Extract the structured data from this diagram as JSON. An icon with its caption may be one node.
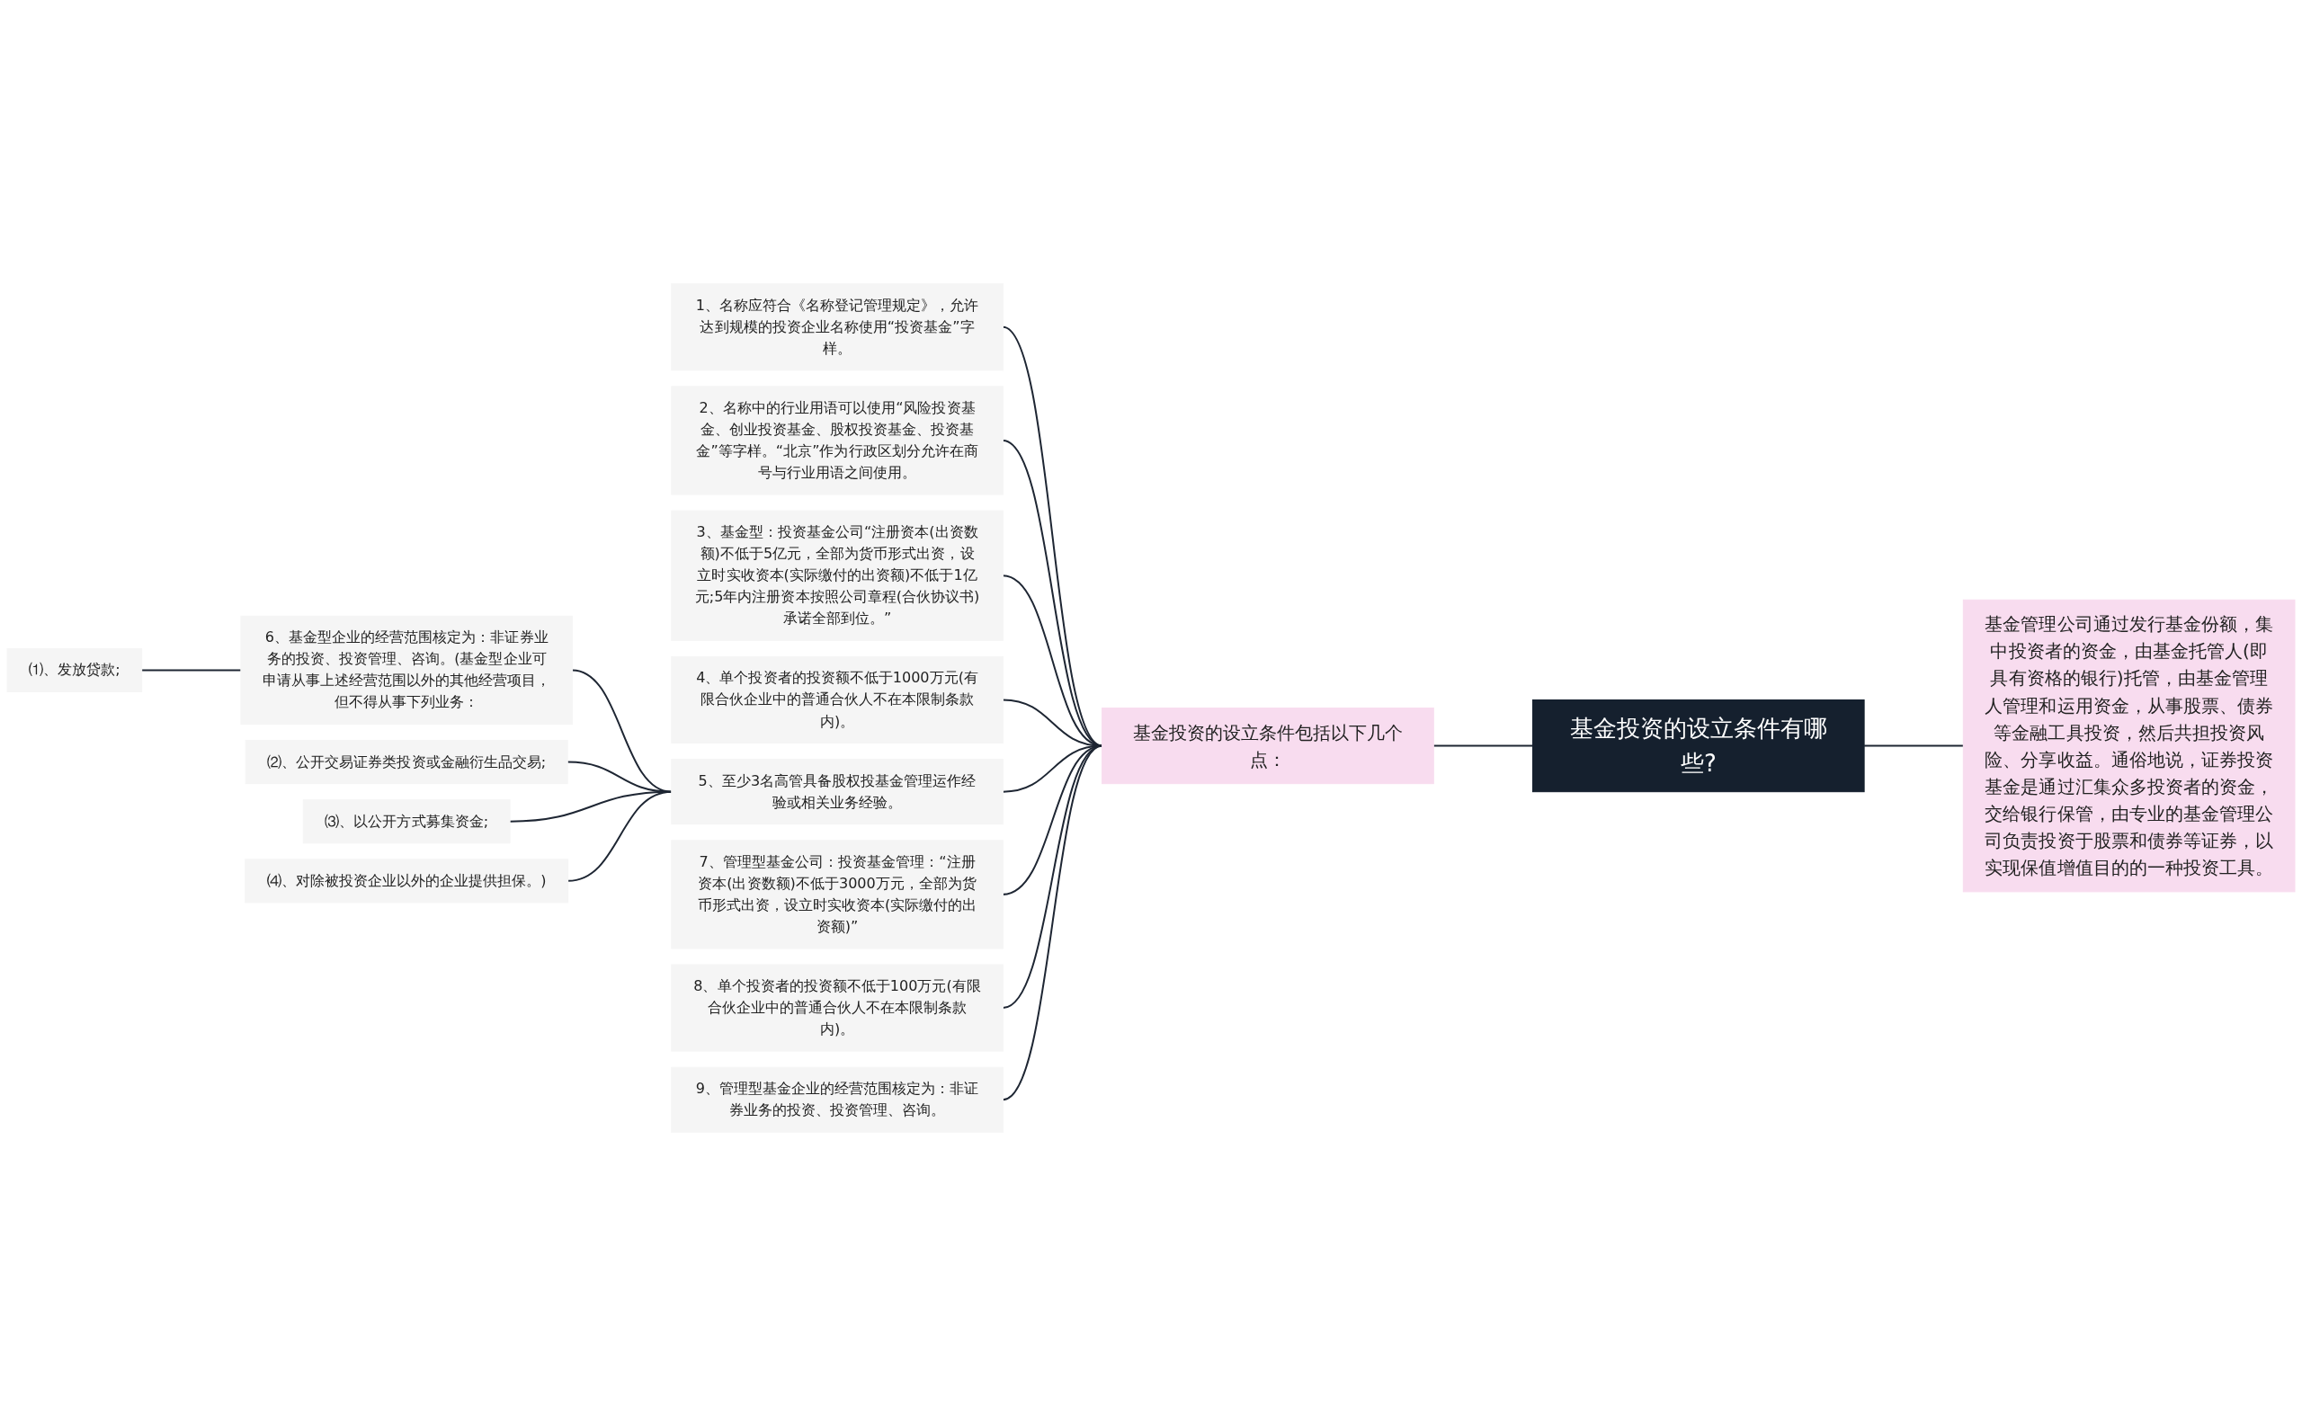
{
  "diagram": {
    "nodes": [
      {
        "text": [
          "基金投资的设立条件有哪些?"
        ]
      },
      {
        "text": [
          "基金管理公司通过发行基金份额，集中投资者的资金，由基金托管人(即具有资格的银行)托管，由基金管理人管理和运用资金，从事股票、债券等金融工具投资，然后共担投资风险、分享收益。通俗地说，证券投资基金是通过汇集众多投资者的资金，交给银行保管，由专业的基金管理公司负责投资于股票和债券等证券，以实现保值增值目的的一种投资工具。"
        ]
      },
      {
        "text": [
          "基金投资的设立条件包括以下几个点："
        ]
      },
      {
        "text": [
          "1、名称应符合《名称登记管理规定》，允许达到规模的投资企业名称使用“投资基金”字样。"
        ]
      },
      {
        "text": [
          "2、名称中的行业用语可以使用“风险投资基金、创业投资基金、股权投资基金、投资基金”等字样。“北京”作为行政区划分允许在商号与行业用语之间使用。"
        ]
      },
      {
        "text": [
          "3、基金型：投资基金公司“注册资本(出资数额)不低于5亿元，全部为货币形式出资，设立时实收资本(实际缴付的出资额)不低于1亿元;5年内注册资本按照公司章程(合伙协议书)承诺全部到位。”"
        ]
      },
      {
        "text": [
          "4、单个投资者的投资额不低于1000万元(有限合伙企业中的普通合伙人不在本限制条款内)。"
        ]
      },
      {
        "text": [
          "5、至少3名高管具备股权投基金管理运作经验或相关业务经验。"
        ]
      },
      {
        "text": [
          "6、基金型企业的经营范围核定为：非证券业务的投资、投资管理、咨询。(基金型企业可申请从事上述经营范围以外的其他经营项目，但不得从事下列业务："
        ]
      },
      {
        "text": [
          "⑴、发放贷款;"
        ]
      },
      {
        "text": [
          "⑵、公开交易证券类投资或金融衍生品交易;"
        ]
      },
      {
        "text": [
          "⑶、以公开方式募集资金;"
        ]
      },
      {
        "text": [
          "⑷、对除被投资企业以外的企业提供担保。)"
        ]
      },
      {
        "text": [
          "7、管理型基金公司：投资基金管理：“注册资本(出资数额)不低于3000万元，全部为货币形式出资，设立时实收资本(实际缴付的出资额)”"
        ]
      },
      {
        "text": [
          "8、单个投资者的投资额不低于100万元(有限合伙企业中的普通合伙人不在本限制条款内)。"
        ]
      },
      {
        "text": [
          "9、管理型基金企业的经营范围核定为：非证券业务的投资、投资管理、咨询。"
        ]
      }
    ],
    "edges": [
      {
        "from": 0,
        "to": 1,
        "arrow": "none"
      },
      {
        "from": 0,
        "to": 2,
        "arrow": "none"
      },
      {
        "from": 2,
        "to": 3,
        "arrow": "none"
      },
      {
        "from": 2,
        "to": 4,
        "arrow": "none"
      },
      {
        "from": 2,
        "to": 5,
        "arrow": "none"
      },
      {
        "from": 2,
        "to": 6,
        "arrow": "none"
      },
      {
        "from": 2,
        "to": 7,
        "arrow": "none"
      },
      {
        "from": 7,
        "to": 8,
        "arrow": "none"
      },
      {
        "from": 8,
        "to": 9,
        "arrow": "none"
      },
      {
        "from": 7,
        "to": 10,
        "arrow": "none"
      },
      {
        "from": 7,
        "to": 11,
        "arrow": "none"
      },
      {
        "from": 7,
        "to": 12,
        "arrow": "none"
      },
      {
        "from": 2,
        "to": 13,
        "arrow": "none"
      },
      {
        "from": 2,
        "to": 14,
        "arrow": "none"
      },
      {
        "from": 2,
        "to": 15,
        "arrow": "none"
      }
    ]
  }
}
